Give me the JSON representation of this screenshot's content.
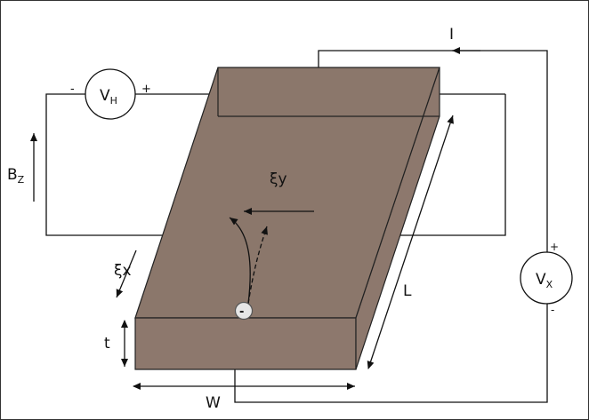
{
  "diagram": {
    "labels": {
      "current": "I",
      "hall_voltage_main": "V",
      "hall_voltage_sub": "H",
      "hall_minus": "-",
      "hall_plus": "+",
      "field_main": "B",
      "field_sub": "Z",
      "field_y": "ξy",
      "field_x": "ξx",
      "length": "L",
      "thickness": "t",
      "width": "W",
      "vx_main": "V",
      "vx_sub": "X",
      "vx_plus": "+",
      "vx_minus": "-",
      "electron": "-"
    },
    "colors": {
      "slab_face": "#8b776b",
      "slab_side": "#8d786d",
      "outline": "#222222",
      "wire": "#111111"
    }
  }
}
